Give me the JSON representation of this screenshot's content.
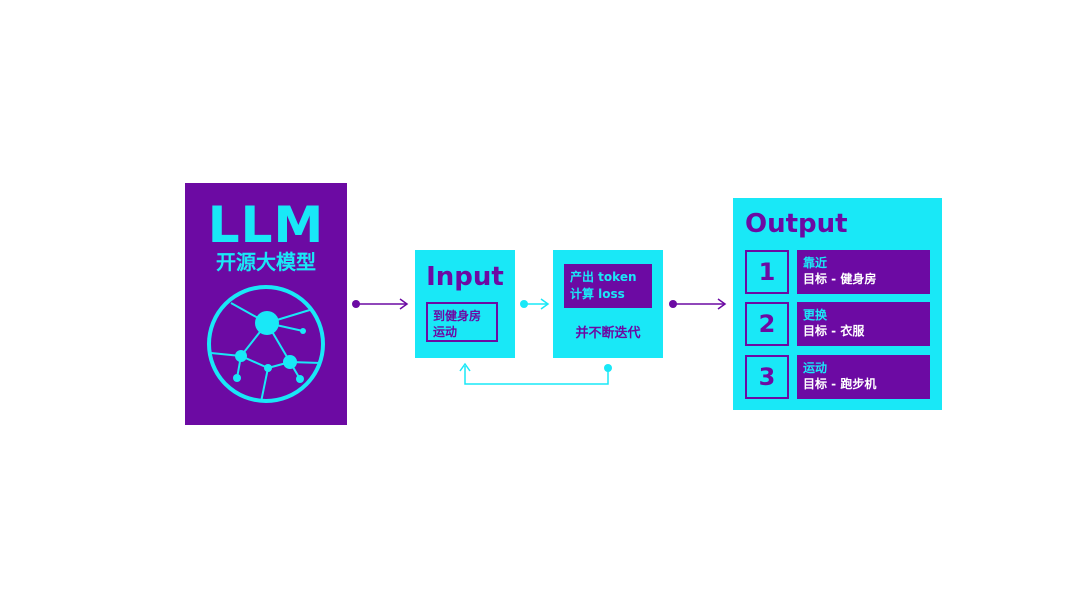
{
  "llm": {
    "title": "LLM",
    "subtitle": "开源大模型",
    "icon": "network-icon"
  },
  "input": {
    "title": "Input",
    "lines": [
      "到健身房",
      "运动"
    ]
  },
  "process": {
    "lines": [
      "产出 token",
      "计算 loss"
    ],
    "iterate": "并不断迭代"
  },
  "output": {
    "title": "Output",
    "items": [
      {
        "number": "1",
        "label": "靠近",
        "target": "目标 - 健身房"
      },
      {
        "number": "2",
        "label": "更换",
        "target": "目标 - 衣服"
      },
      {
        "number": "3",
        "label": "运动",
        "target": "目标 - 跑步机"
      }
    ]
  },
  "colors": {
    "purple": "#6c0aa3",
    "cyan": "#19e8f7"
  }
}
